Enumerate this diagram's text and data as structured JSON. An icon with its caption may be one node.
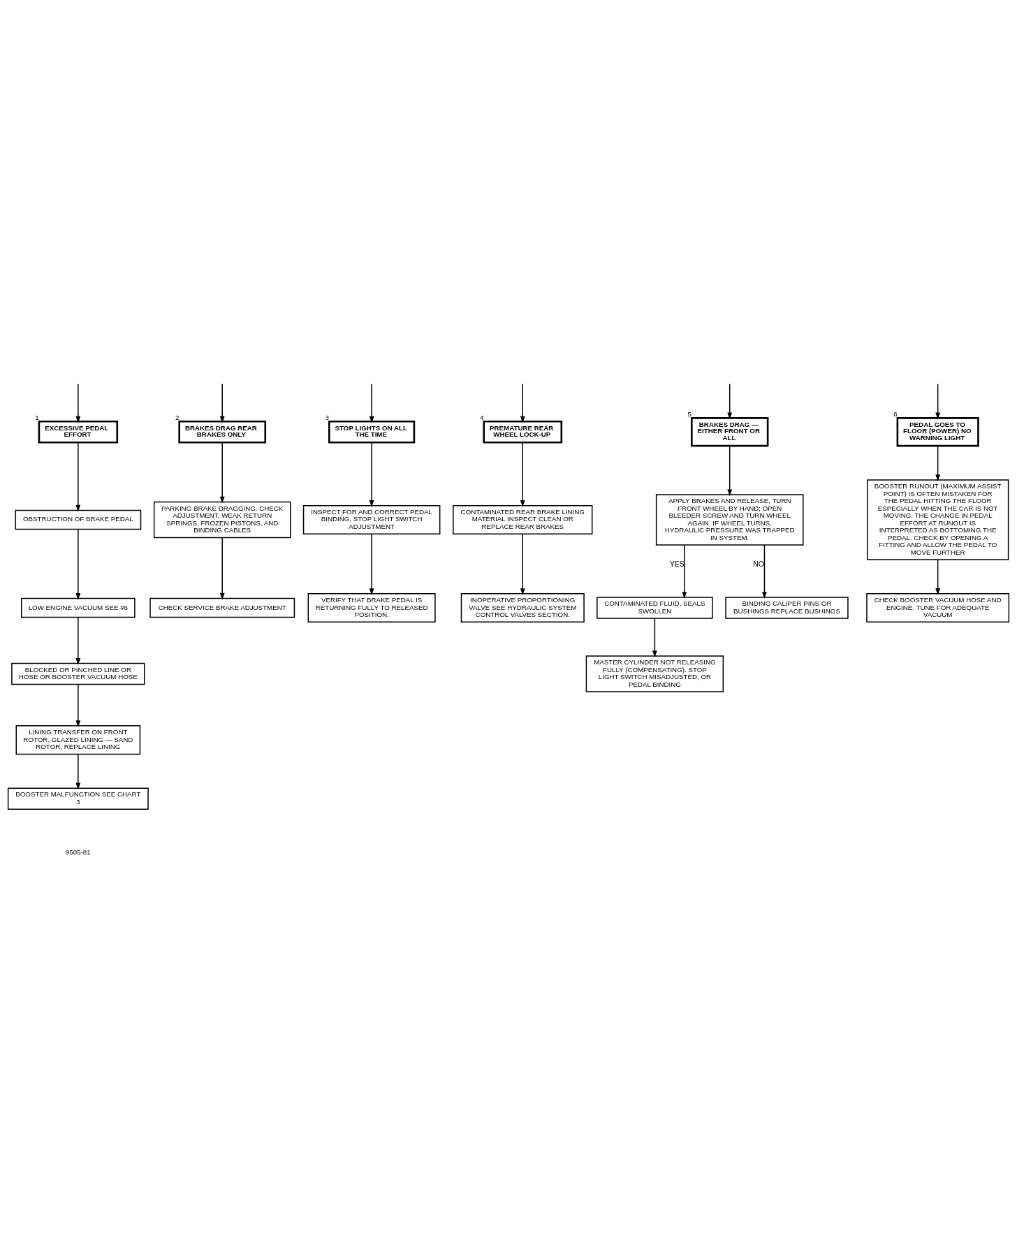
{
  "diagram": {
    "nodes": [
      {
        "text": [
          "EXCESSIVE PEDAL EFFORT"
        ],
        "beside": [
          "1"
        ]
      },
      {
        "text": [
          "BRAKES DRAG REAR BRAKES ONLY"
        ],
        "beside": [
          "2"
        ]
      },
      {
        "text": [
          "STOP LIGHTS ON ALL THE TIME"
        ],
        "beside": [
          "3"
        ]
      },
      {
        "text": [
          "PREMATURE REAR WHEEL LOCK-UP"
        ],
        "beside": [
          "4"
        ]
      },
      {
        "text": [
          "BRAKES DRAG — EITHER FRONT OR ALL"
        ],
        "beside": [
          "5"
        ]
      },
      {
        "text": [
          "PEDAL GOES TO FLOOR (POWER) NO WARNING LIGHT"
        ],
        "beside": [
          "6"
        ]
      },
      {
        "text": [
          "PARKING BRAKE DRAGGING. CHECK ADJUSTMENT, WEAK RETURN SPRINGS, FROZEN PISTONS, AND BINDING CABLES"
        ]
      },
      {
        "text": [
          "CHECK SERVICE BRAKE ADJUSTMENT"
        ]
      },
      {
        "text": [
          "CONTAMINATED REAR BRAKE LINING MATERIAL INSPECT CLEAN OR REPLACE REAR BRAKES"
        ]
      },
      {
        "text": [
          "INOPERATIVE PROPORTIONING VALVE SEE HYDRAULIC SYSTEM CONTROL VALVES SECTION."
        ]
      },
      {
        "text": [
          "OBSTRUCTION OF BRAKE PEDAL"
        ]
      },
      {
        "text": [
          "INSPECT FOR AND CORRECT PEDAL BINDING, STOP LIGHT SWITCH ADJUSTMENT"
        ]
      },
      {
        "text": [
          "VERIFY THAT BRAKE PEDAL IS RETURNING FULLY TO RELEASED POSITION."
        ]
      },
      {
        "text": [
          "APPLY BRAKES AND RELEASE, TURN FRONT WHEEL BY HAND; OPEN BLEEDER SCREW AND TURN WHEEL AGAIN. IF WHEEL TURNS, HYDRAULIC PRESSURE WAS TRAPPED IN SYSTEM."
        ]
      },
      {
        "text": [
          "CONTAMINATED FLUID, SEALS SWOLLEN"
        ]
      },
      {
        "text": [
          "BINDING CALIPER PINS OR BUSHINGS REPLACE BUSHINGS"
        ]
      },
      {
        "text": [
          "LOW ENGINE VACUUM SEE #6"
        ]
      },
      {
        "text": [
          "BLOCKED OR PINCHED LINE OR HOSE OR BOOSTER VACUUM HOSE"
        ]
      },
      {
        "text": [
          "BOOSTER RUNOUT (MAXIMUM ASSIST POINT) IS OFTEN MISTAKEN FOR THE PEDAL HITTING THE FLOOR ESPECIALLY WHEN THE CAR IS NOT MOVING. THE CHANGE IN PEDAL EFFORT AT RUNOUT IS INTERPRETED AS BOTTOMING THE PEDAL. CHECK BY OPENING A FITTING AND ALLOW THE PEDAL TO MOVE FURTHER"
        ]
      },
      {
        "text": [
          "LINING TRANSFER ON FRONT ROTOR, GLAZED LINING — SAND ROTOR, REPLACE LINING"
        ]
      },
      {
        "text": [
          "MASTER CYLINDER NOT RELEASING FULLY (COMPENSATING). STOP LIGHT SWITCH MISADJUSTED, OR PEDAL BINDING"
        ]
      },
      {
        "text": [
          "CHECK BOOSTER VACUUM HOSE AND ENGINE. TUNE FOR ADEQUATE VACUUM"
        ]
      },
      {
        "text": [
          "BOOSTER MALFUNCTION SEE CHART 3"
        ]
      }
    ],
    "edges": [
      {
        "from": null,
        "to": 0,
        "arrow": "to"
      },
      {
        "from": null,
        "to": 1,
        "arrow": "to"
      },
      {
        "from": null,
        "to": 2,
        "arrow": "to"
      },
      {
        "from": null,
        "to": 3,
        "arrow": "to"
      },
      {
        "from": null,
        "to": 4,
        "arrow": "to"
      },
      {
        "from": null,
        "to": 5,
        "arrow": "to"
      },
      {
        "from": 0,
        "to": 10,
        "arrow": "to"
      },
      {
        "from": 10,
        "to": 16,
        "arrow": "to"
      },
      {
        "from": 16,
        "to": 17,
        "arrow": "to"
      },
      {
        "from": 17,
        "to": 19,
        "arrow": "to"
      },
      {
        "from": 19,
        "to": 22,
        "arrow": "to"
      },
      {
        "from": 1,
        "to": 6,
        "arrow": "to"
      },
      {
        "from": 6,
        "to": 7,
        "arrow": "to"
      },
      {
        "from": 2,
        "to": 11,
        "arrow": "to"
      },
      {
        "from": 11,
        "to": 12,
        "arrow": "to"
      },
      {
        "from": 3,
        "to": 8,
        "arrow": "to"
      },
      {
        "from": 8,
        "to": 9,
        "arrow": "to"
      },
      {
        "from": 4,
        "to": 13,
        "arrow": "to"
      },
      {
        "from": 13,
        "to": 14,
        "arrow": "to",
        "label": "YES"
      },
      {
        "from": 13,
        "to": 15,
        "arrow": "to",
        "label": "NO"
      },
      {
        "from": 14,
        "to": 20,
        "arrow": "to"
      },
      {
        "from": 5,
        "to": 18,
        "arrow": "to"
      },
      {
        "from": 18,
        "to": 21,
        "arrow": "to"
      }
    ],
    "labels": [
      "9505-81"
    ]
  }
}
